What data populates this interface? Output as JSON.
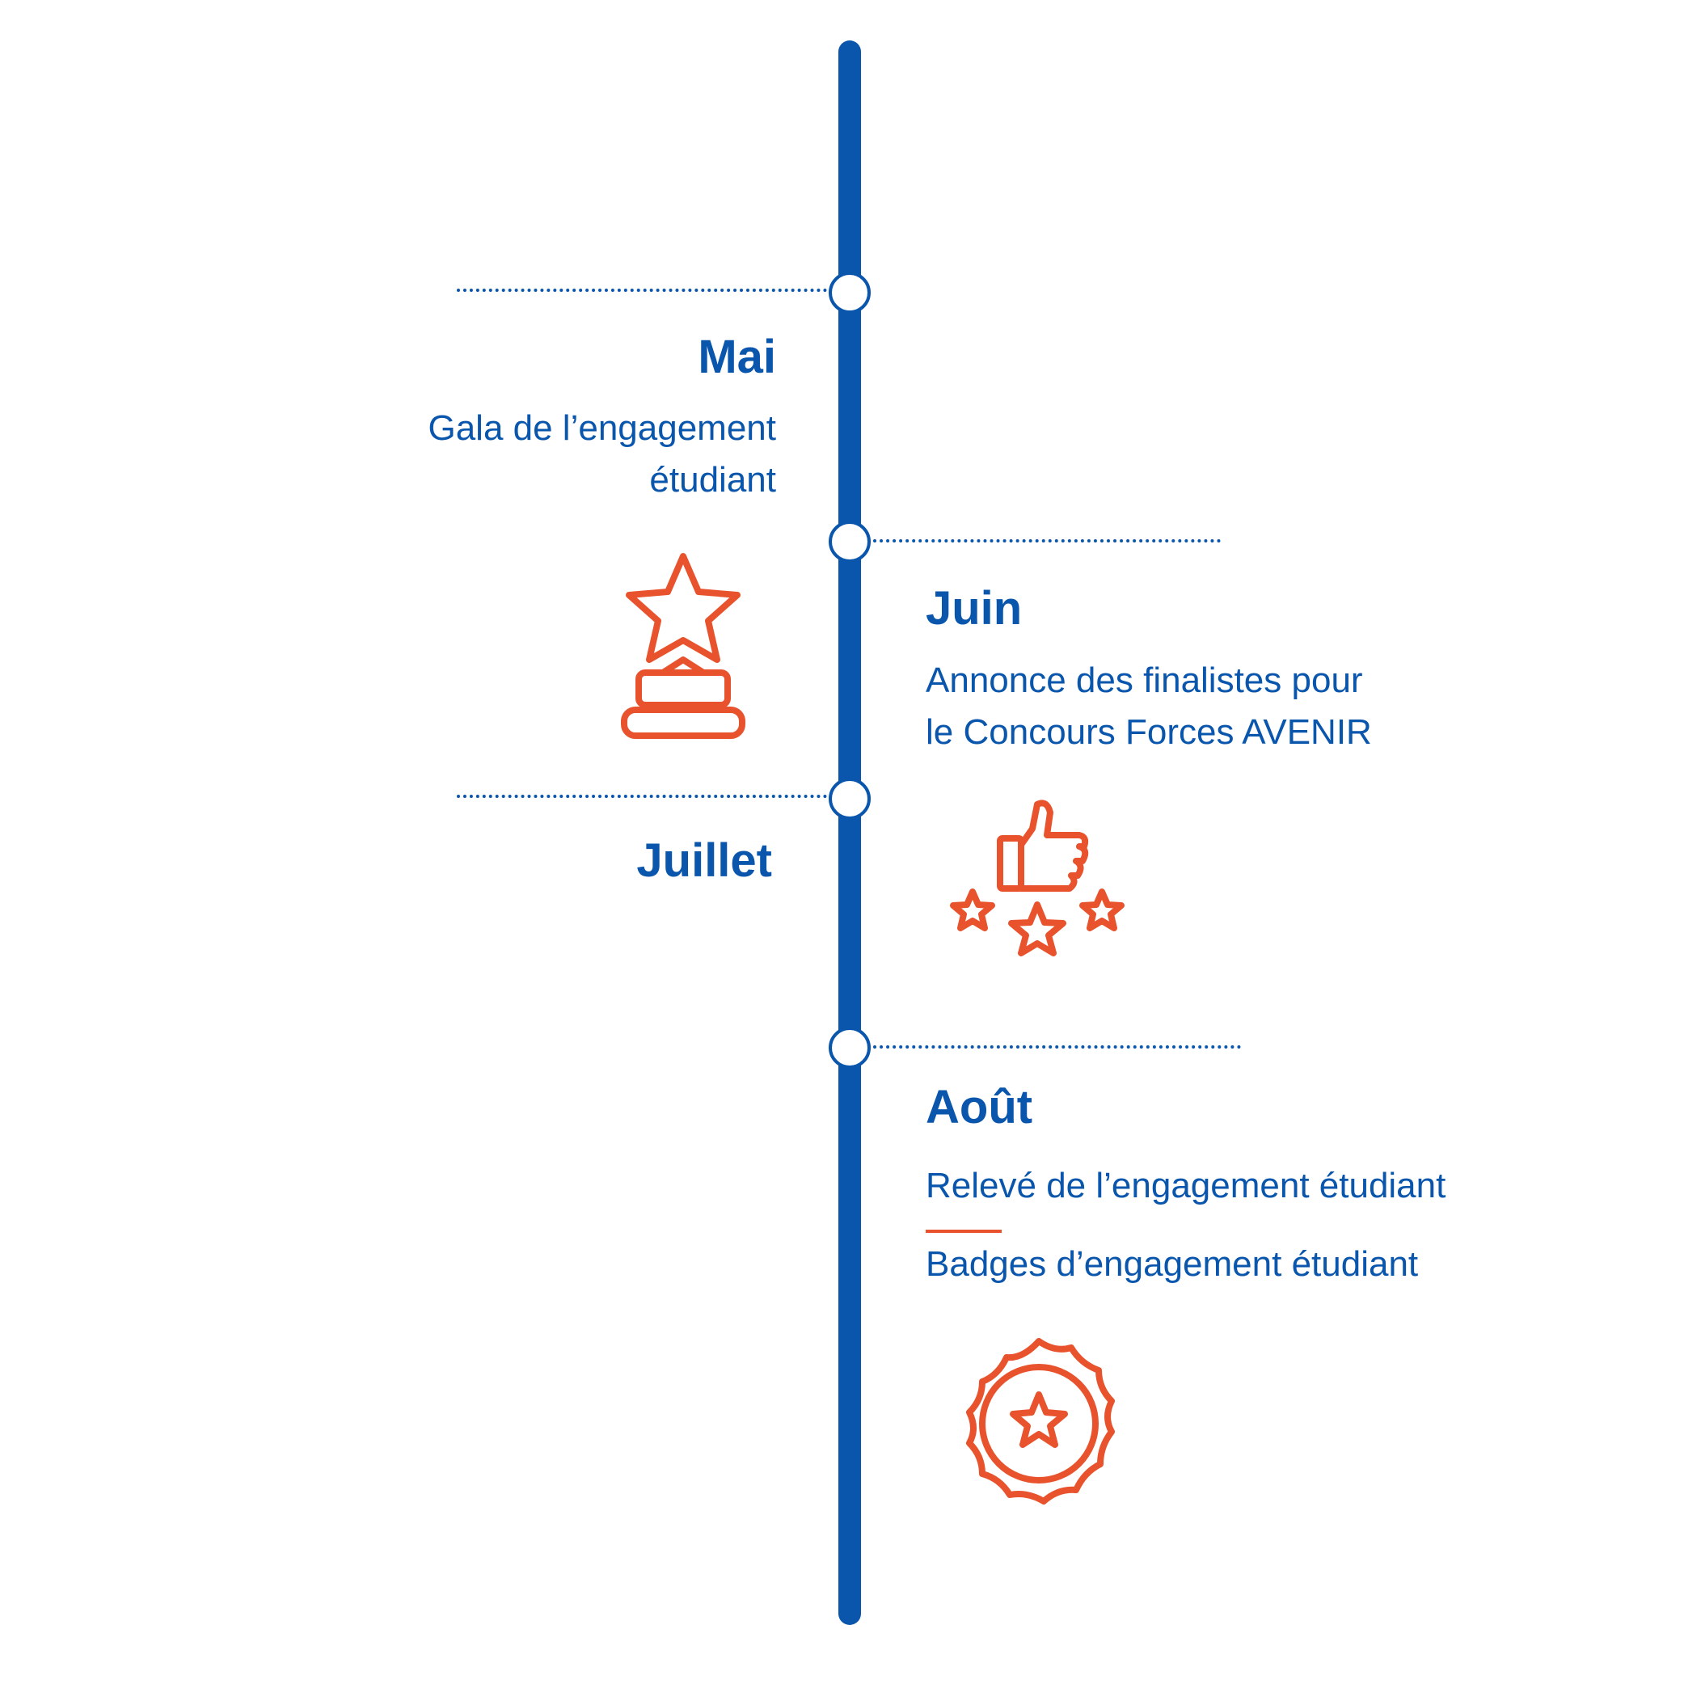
{
  "colors": {
    "primary": "#0a56ad",
    "accent": "#e8532d",
    "background": "#ffffff"
  },
  "events": [
    {
      "month": "Mai",
      "desc_lines": [
        "Gala de l’engagement",
        "étudiant"
      ],
      "icon": "star-trophy-icon"
    },
    {
      "month": "Juin",
      "desc_lines": [
        "Annonce des finalistes pour",
        "le Concours Forces AVENIR"
      ],
      "icon": "thumbs-up-stars-icon"
    },
    {
      "month": "Juillet",
      "desc_lines": [],
      "icon": ""
    },
    {
      "month": "Août",
      "desc_lines": [
        "Relevé de l’engagement étudiant",
        "Badges d’engagement étudiant"
      ],
      "icon": "badge-star-icon"
    }
  ]
}
